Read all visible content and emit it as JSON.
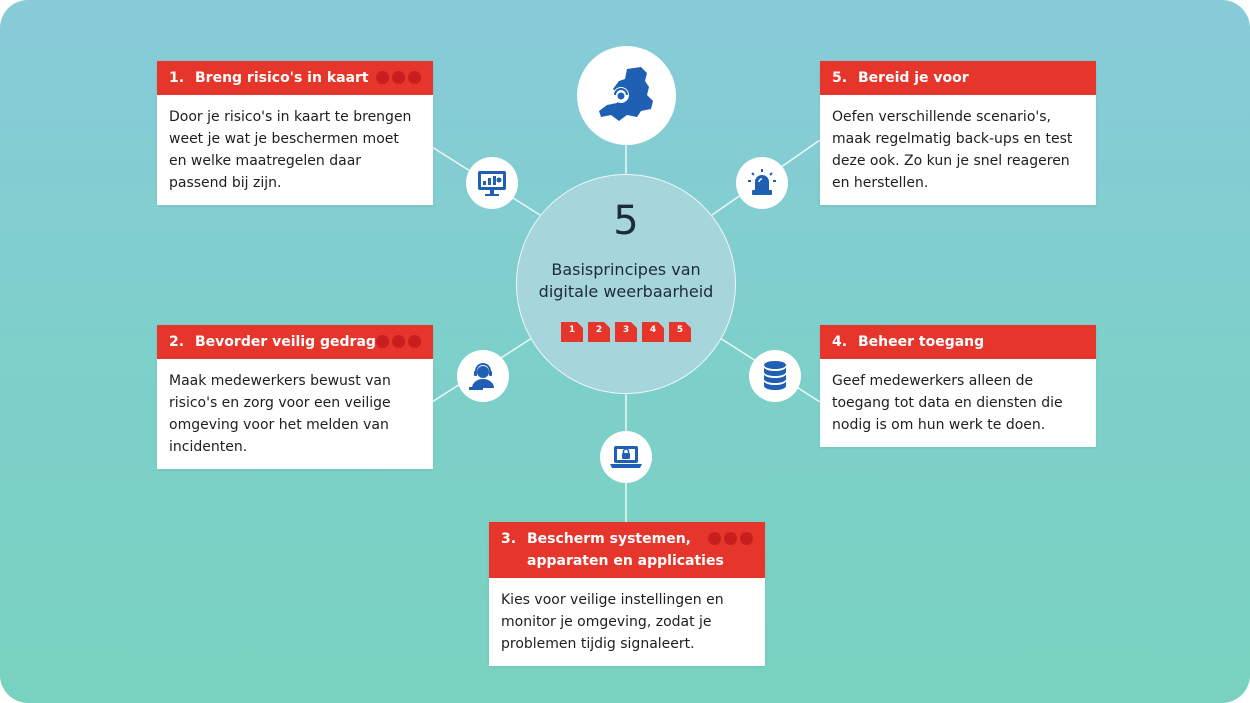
{
  "center": {
    "number": "5",
    "title": "Basisprincipes van\ndigitale weerbaarheid",
    "badges": [
      "1",
      "2",
      "3",
      "4",
      "5"
    ]
  },
  "cards": [
    {
      "number": "1.",
      "title": "Breng risico's in kaart",
      "body": "Door je risico's in kaart te brengen\nweet je wat je beschermen moet\nen welke maatregelen daar\npassend bij zijn."
    },
    {
      "number": "2.",
      "title": "Bevorder veilig gedrag",
      "body": "Maak medewerkers bewust van\nrisico's en zorg voor een veilige\nomgeving voor het melden van\nincidenten."
    },
    {
      "number": "3.",
      "title": "Bescherm systemen,\napparaten en applicaties",
      "body": "Kies voor veilige instellingen en\nmonitor je omgeving, zodat je\nproblemen tijdig signaleert."
    },
    {
      "number": "4.",
      "title": "Beheer toegang",
      "body": "Geef medewerkers alleen de\ntoegang tot data en diensten die\nnodig is om hun werk te doen."
    },
    {
      "number": "5.",
      "title": "Bereid je voor",
      "body": "Oefen verschillende scenario's,\nmaak regelmatig back-ups en test\ndeze ook. Zo kun je snel reageren\nen herstellen."
    }
  ],
  "colors": {
    "accent": "#e6352b",
    "accent_dark": "#c81f1e",
    "icon": "#1f5fb4",
    "text": "#1e1e1e"
  },
  "icons": [
    "netherlands-map-icon",
    "monitor-dashboard-icon",
    "alarm-light-icon",
    "user-headset-icon",
    "database-icon",
    "laptop-lock-icon"
  ]
}
